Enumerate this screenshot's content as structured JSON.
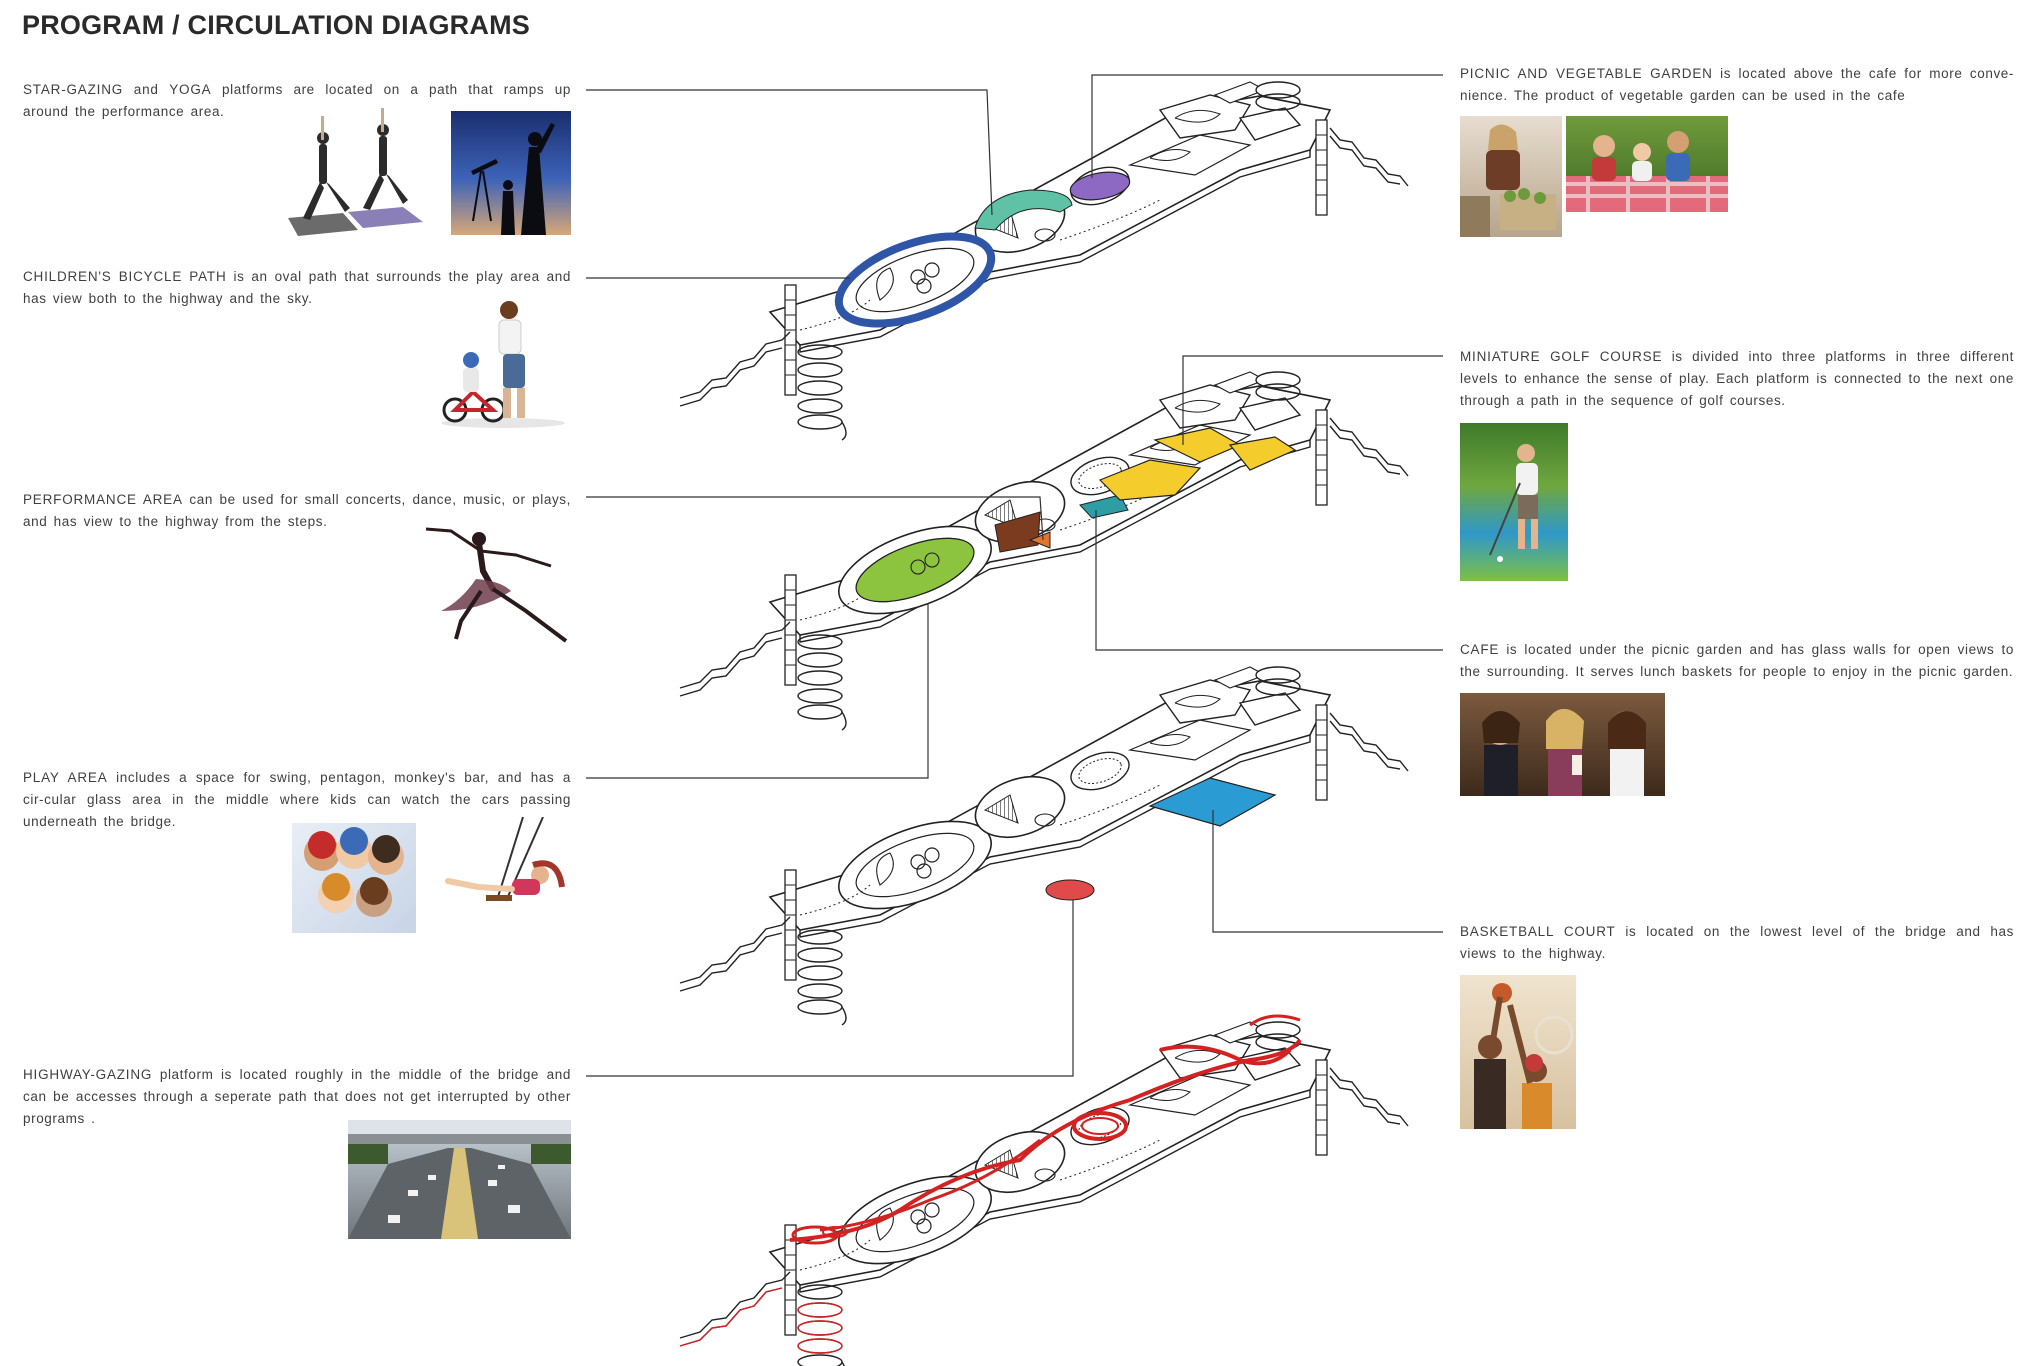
{
  "title": "PROGRAM / CIRCULATION DIAGRAMS",
  "colors": {
    "accent_blue": "#2f55a6",
    "accent_teal": "#5fc1a6",
    "accent_purple": "#8d69c4",
    "accent_yellow": "#f4cc2c",
    "accent_green": "#8cc33f",
    "accent_brown": "#7a3b1e",
    "accent_orange": "#e3742b",
    "accent_cyan": "#2b9bd4",
    "accent_red": "#e14a4a",
    "circulation_red": "#d42222",
    "line": "#222222"
  },
  "annotations": {
    "star": {
      "keyword": "STAR-GAZING and YOGA",
      "text": " platforms are located on a path that ramps up around the performance area."
    },
    "bicycle": {
      "keyword": "CHILDREN'S BICYCLE PATH",
      "text": " is an oval path that surrounds the play  area and has view both to the highway and the sky."
    },
    "performance": {
      "keyword": "PERFORMANCE AREA",
      "text": " can be used for small concerts, dance, music, or plays, and has view to the highway from the steps."
    },
    "play": {
      "keyword": "PLAY AREA",
      "text": " includes a space for swing, pentagon, monkey's bar, and has a cir-cular glass area in the middle where kids can watch the cars passing underneath the bridge."
    },
    "highway": {
      "keyword": "HIGHWAY-GAZING",
      "text": " platform is located roughly in the middle of the bridge and can be accesses through a seperate path that does not get interrupted by other programs ."
    },
    "picnic": {
      "keyword": "PICNIC AND VEGETABLE GARDEN",
      "text": " is located above the cafe for more conve-nience. The product of vegetable garden can be used in the cafe"
    },
    "golf": {
      "keyword": "MINIATURE GOLF COURSE",
      "text": " is divided into three platforms in three different levels to enhance the sense of play. Each platform is connected to the next one through a path in the sequence of golf courses."
    },
    "cafe": {
      "keyword": "CAFE",
      "text": " is located under the picnic garden and has glass walls for open views to the surrounding. It serves lunch baskets for people to enjoy in the picnic garden."
    },
    "basketball": {
      "keyword": "BASKETBALL COURT",
      "text": " is located on the lowest level of the bridge and has views to the highway."
    }
  }
}
